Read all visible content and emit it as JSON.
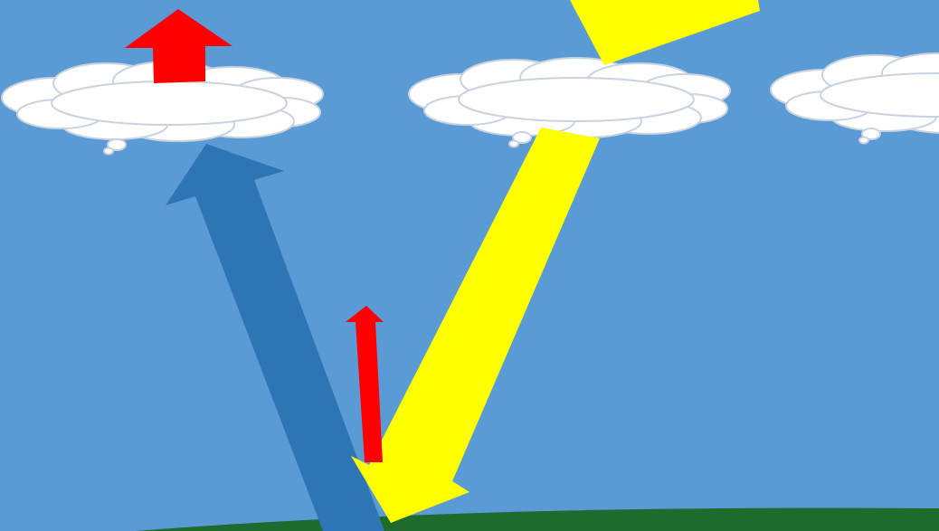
{
  "diagram": {
    "colors": {
      "sky": "#5b9bd5",
      "ground": "#1e6b2e",
      "cloud_fill": "#ffffff",
      "cloud_outline": "#c9d3df",
      "sunlight_arrow": "#ffff00",
      "reflected_arrow": "#2e75b6",
      "heat_arrow": "#ff0000"
    },
    "elements": {
      "clouds": [
        "cloud-left",
        "cloud-middle",
        "cloud-right"
      ],
      "arrows": [
        "incoming-sunlight-arrow",
        "reflected-radiation-arrow",
        "surface-heat-arrow",
        "cloud-top-heat-arrow"
      ]
    }
  }
}
